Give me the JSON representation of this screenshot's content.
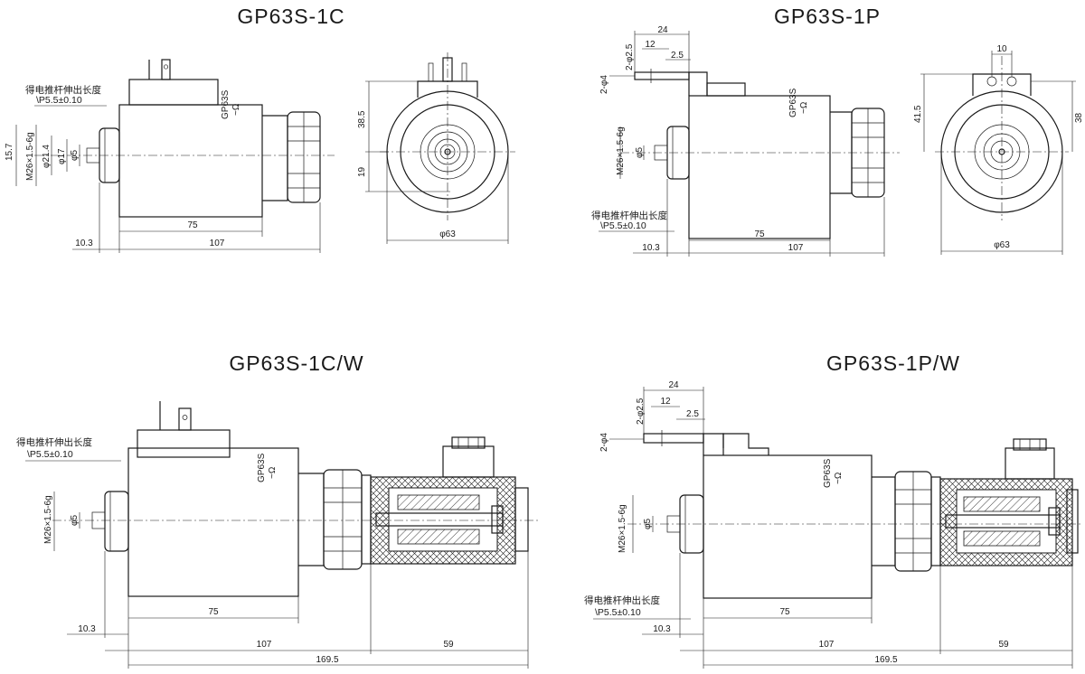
{
  "views": {
    "v1": {
      "title": "GP63S-1C",
      "body_marking": "GP63S",
      "body_submark": "~Ω",
      "note_line1": "得电推杆伸出长度",
      "note_line2": "\\P5.5±0.10",
      "dims": {
        "h_total": "15.7",
        "thread": "M26×1.5-6g",
        "d_nut": "φ21.4",
        "d_boss": "φ17",
        "d_pin": "φ5",
        "stroke": "10.3",
        "body": "75",
        "overall": "107",
        "top": "38.5",
        "mid": "19",
        "diameter": "φ63"
      }
    },
    "v2": {
      "title": "GP63S-1P",
      "body_marking": "GP63S",
      "body_submark": "~Ω",
      "note_line1": "得电推杆伸出长度",
      "note_line2": "\\P5.5±0.10",
      "dims": {
        "w24": "24",
        "w12": "12",
        "w25": "2.5",
        "d25": "2-φ2.5",
        "d4": "2-φ4",
        "thread": "M26×1.5-6g",
        "d_pin": "φ5",
        "stroke": "10.3",
        "body": "75",
        "overall": "107",
        "top10": "10",
        "h415": "41.5",
        "h38": "38",
        "diameter": "φ63"
      }
    },
    "v3": {
      "title": "GP63S-1C/W",
      "body_marking": "GP63S",
      "body_submark": "~Ω",
      "note_line1": "得电推杆伸出长度",
      "note_line2": "\\P5.5±0.10",
      "dims": {
        "thread": "M26×1.5-6g",
        "d_pin": "φ5",
        "stroke": "10.3",
        "body": "75",
        "overall": "107",
        "ext": "59",
        "total": "169.5"
      }
    },
    "v4": {
      "title": "GP63S-1P/W",
      "body_marking": "GP63S",
      "body_submark": "~Ω",
      "note_line1": "得电推杆伸出长度",
      "note_line2": "\\P5.5±0.10",
      "dims": {
        "w24": "24",
        "w12": "12",
        "w25": "2.5",
        "d25": "2-φ2.5",
        "d4": "2-φ4",
        "thread": "M26×1.5-6g",
        "d_pin": "φ5",
        "stroke": "10.3",
        "body": "75",
        "overall": "107",
        "ext": "59",
        "total": "169.5"
      }
    }
  }
}
